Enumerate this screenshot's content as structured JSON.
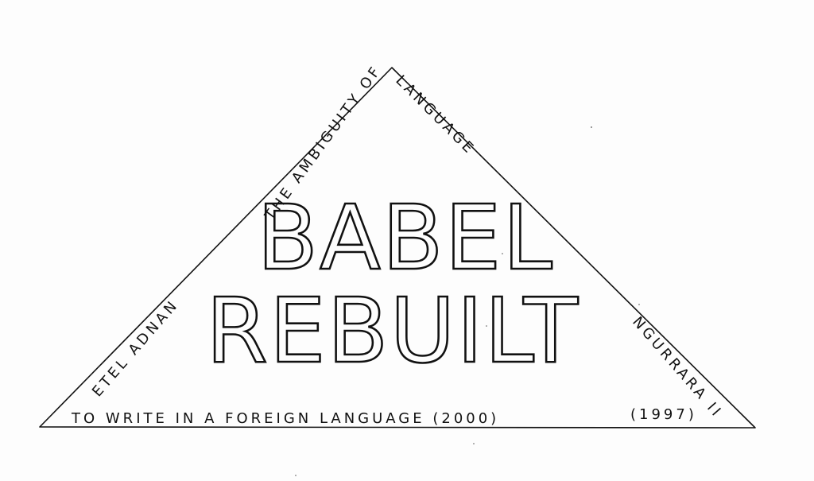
{
  "title": {
    "line1": "BABEL",
    "line2": "REBUILT"
  },
  "labels": {
    "left_edge_upper": "THE AMBIGUITY OF LANGUAGE",
    "left_edge_lower": "ETEL ADNAN",
    "right_edge": "NGURRARA II",
    "right_base": "(1997)",
    "base": "TO WRITE IN A FOREIGN LANGUAGE (2000)"
  },
  "colors": {
    "ink": "#111111",
    "paper": "#fdfdfd"
  }
}
